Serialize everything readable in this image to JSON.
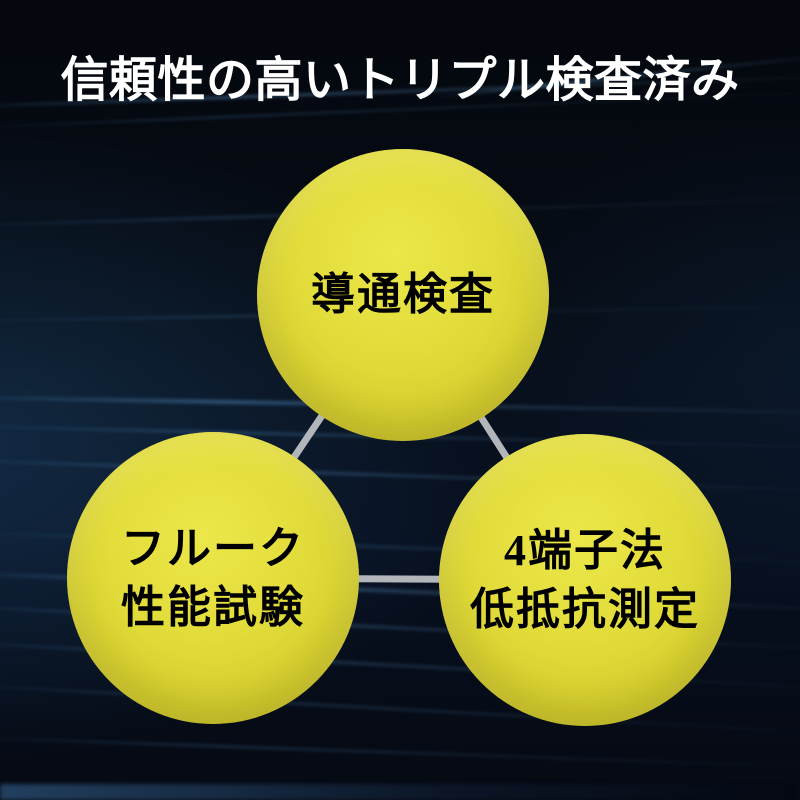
{
  "title": "信頼性の高いトリプル検査済み",
  "diagram": {
    "connector_color": "#b2b6ba",
    "circle_fill": "#ddd834",
    "circle_text_color": "#000000",
    "circles": [
      {
        "name": "continuity-test",
        "lines": [
          "導通検査"
        ]
      },
      {
        "name": "fluke-performance-test",
        "lines": [
          "フルーク",
          "性能試験"
        ]
      },
      {
        "name": "four-terminal-low-resistance-measurement",
        "lines": [
          "4端子法",
          "低抵抗測定"
        ]
      }
    ]
  },
  "colors": {
    "background": "#060c16",
    "title_text": "#ffffff",
    "streak_accent": "#64aae6"
  }
}
